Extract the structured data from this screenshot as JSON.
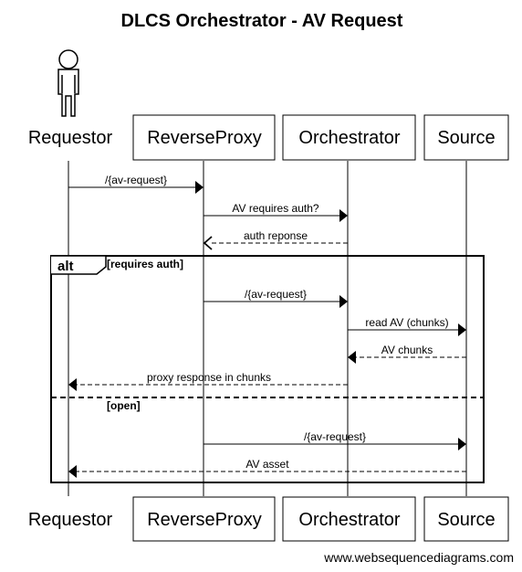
{
  "title": "DLCS Orchestrator - AV Request",
  "participants": {
    "requestor": "Requestor",
    "reverse_proxy": "ReverseProxy",
    "orchestrator": "Orchestrator",
    "source": "Source"
  },
  "messages": [
    {
      "from": "requestor",
      "to": "reverse_proxy",
      "label": "/{av-request}",
      "style": "solid"
    },
    {
      "from": "reverse_proxy",
      "to": "orchestrator",
      "label": "AV requires auth?",
      "style": "solid"
    },
    {
      "from": "orchestrator",
      "to": "reverse_proxy",
      "label": "auth reponse",
      "style": "dashed"
    },
    {
      "from": "reverse_proxy",
      "to": "orchestrator",
      "label": "/{av-request}",
      "style": "solid"
    },
    {
      "from": "orchestrator",
      "to": "source",
      "label": "read AV (chunks)",
      "style": "solid"
    },
    {
      "from": "source",
      "to": "orchestrator",
      "label": "AV chunks",
      "style": "dashed"
    },
    {
      "from": "orchestrator",
      "to": "requestor",
      "label": "proxy response in chunks",
      "style": "dashed"
    },
    {
      "from": "reverse_proxy",
      "to": "source",
      "label": "/{av-request}",
      "style": "solid"
    },
    {
      "from": "source",
      "to": "requestor",
      "label": "AV asset",
      "style": "dashed"
    }
  ],
  "alt_frame": {
    "keyword": "alt",
    "guard_1": "[requires auth]",
    "guard_2": "[open]"
  },
  "footer": "www.websequencediagrams.com"
}
